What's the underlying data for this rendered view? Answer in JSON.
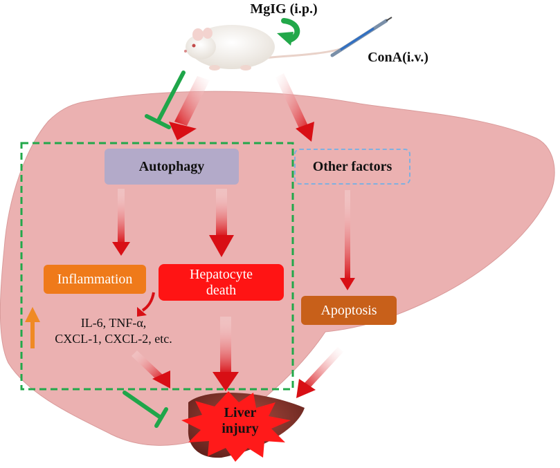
{
  "labels": {
    "mgig": "MgIG (i.p.)",
    "cona": "ConA(i.v.)",
    "autophagy": "Autophagy",
    "other_factors": "Other factors",
    "inflammation": "Inflammation",
    "hepatocyte_line1": "Hepatocyte",
    "hepatocyte_line2": "death",
    "apoptosis": "Apoptosis",
    "cytokines_line1": "IL-6, TNF-α,",
    "cytokines_line2": "CXCL-1, CXCL-2, etc.",
    "injury_line1": "Liver",
    "injury_line2": "injury"
  },
  "colors": {
    "liver": "#ebb1b1",
    "liver_edge": "#d99a9a",
    "autophagy_box": "#b3aac9",
    "inflammation_box": "#ef7a1a",
    "hepatocyte_box": "#ff1414",
    "apoptosis_box": "#c8601a",
    "promote_arrow": "#e0161b",
    "inhibit_arrow": "#1fa64a",
    "upregulation_arrow": "#f08a24",
    "dashed_region": "#22a84a",
    "other_factors_border": "#7fb0e0",
    "burst": "#ff1a1a"
  }
}
